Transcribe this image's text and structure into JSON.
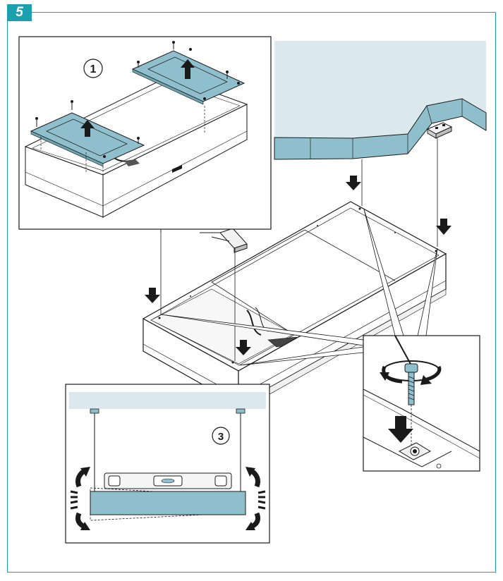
{
  "step": {
    "number": "5"
  },
  "callouts": {
    "one": "1",
    "three": "3"
  },
  "colors": {
    "accent": "#1aa1ad",
    "panel_fill": "#8fbfcc",
    "ceiling_fill": "#dbe9ef",
    "outline": "#1a1a1a",
    "arrow": "#1a1a1a"
  },
  "icons": [
    "arrow-up-icon",
    "arrow-down-icon",
    "rotate-arrow-icon",
    "spirit-level-icon",
    "screw-icon"
  ]
}
